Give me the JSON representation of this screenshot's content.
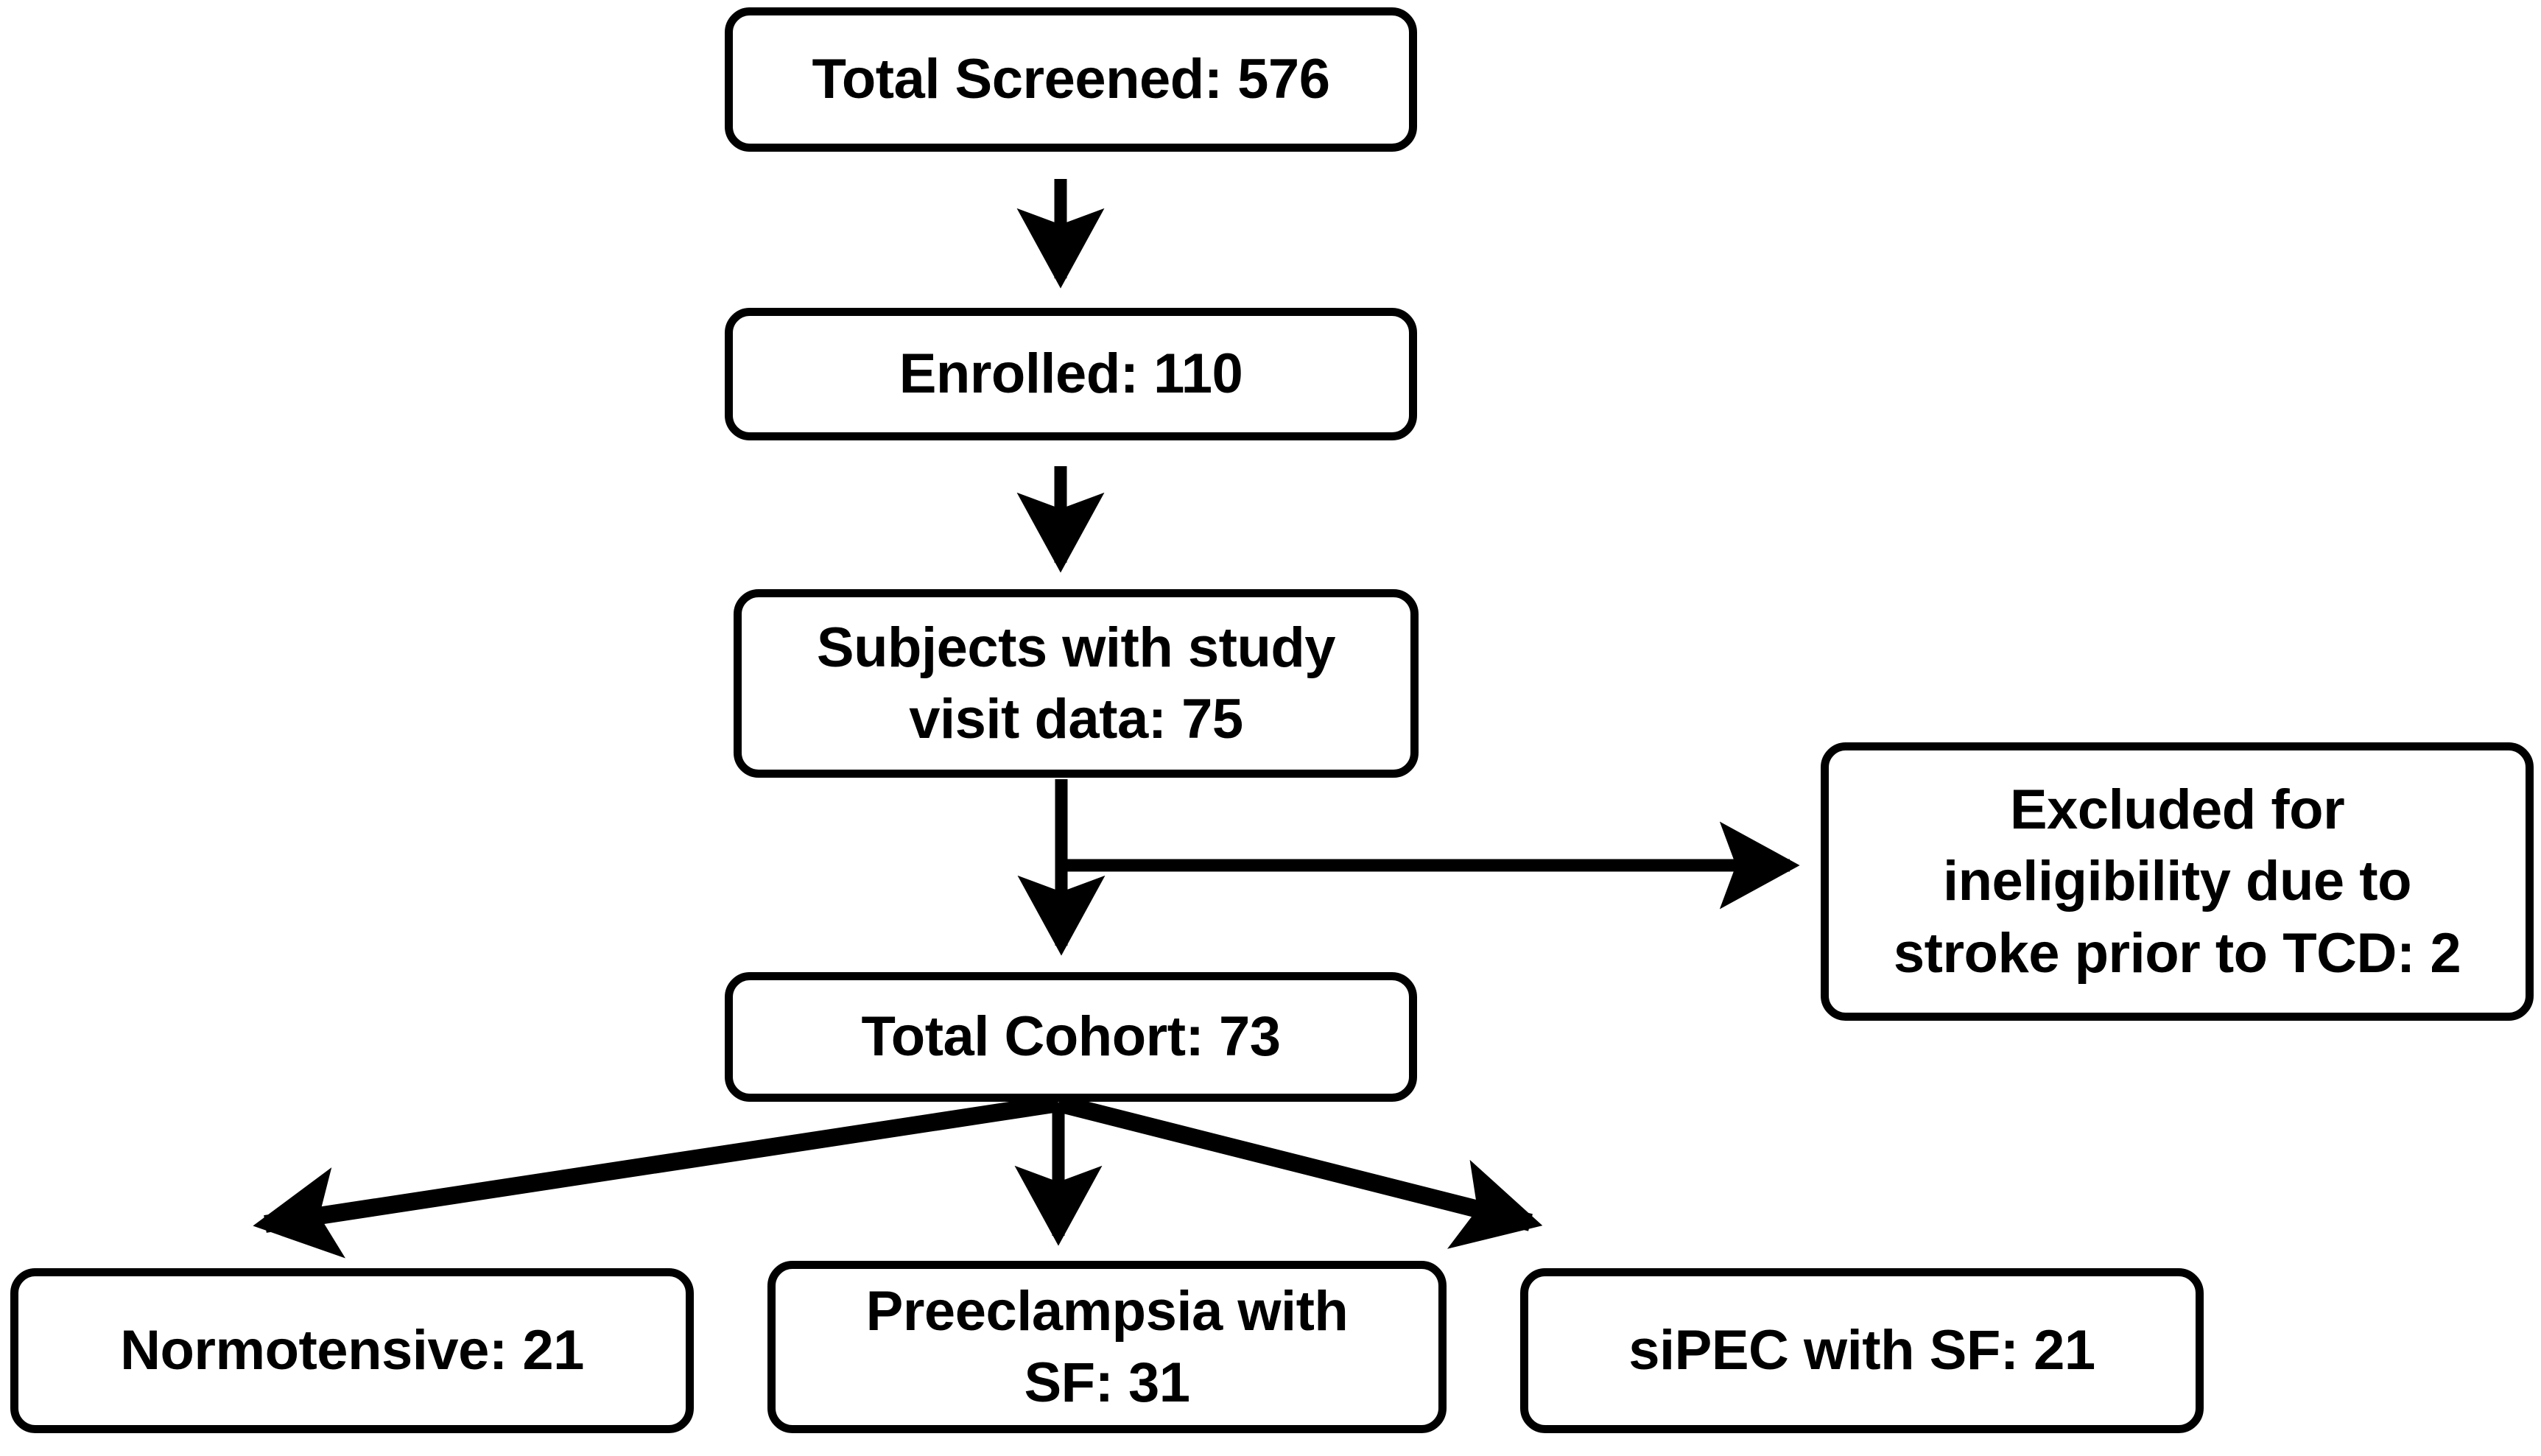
{
  "diagram": {
    "type": "flowchart",
    "title": "Study enrollment and cohort flow diagram",
    "orientation": "top-down",
    "background_color": "#ffffff",
    "line_color": "#000000",
    "text_color": "#000000"
  },
  "nodes": {
    "total_screened": {
      "label": "Total Screened: 576",
      "value": 576,
      "shape": "rounded-rectangle"
    },
    "enrolled": {
      "label": "Enrolled: 110",
      "value": 110,
      "shape": "rounded-rectangle"
    },
    "subjects_with_visit_data": {
      "label": "Subjects with study\nvisit data: 75",
      "value": 75,
      "shape": "rounded-rectangle"
    },
    "excluded": {
      "label": "Excluded for\nineligibility due to\nstroke prior to TCD: 2",
      "value": 2,
      "shape": "rounded-rectangle"
    },
    "total_cohort": {
      "label": "Total Cohort: 73",
      "value": 73,
      "shape": "rounded-rectangle"
    },
    "normotensive": {
      "label": "Normotensive: 21",
      "value": 21,
      "shape": "rounded-rectangle"
    },
    "preeclampsia_sf": {
      "label": "Preeclampsia with\nSF: 31",
      "value": 31,
      "shape": "rounded-rectangle"
    },
    "sipec_sf": {
      "label": "siPEC with SF: 21",
      "value": 21,
      "shape": "rounded-rectangle"
    }
  },
  "edges": [
    {
      "name": "screened-to-enrolled",
      "from": "total_screened",
      "to": "enrolled",
      "style": "straight-down-arrow"
    },
    {
      "name": "enrolled-to-subjects",
      "from": "enrolled",
      "to": "subjects_with_visit_data",
      "style": "straight-down-arrow"
    },
    {
      "name": "subjects-to-cohort",
      "from": "subjects_with_visit_data",
      "to": "total_cohort",
      "style": "straight-down-arrow"
    },
    {
      "name": "subjects-to-excluded",
      "from": "subjects_with_visit_data",
      "to": "excluded",
      "style": "right-branch-arrow"
    },
    {
      "name": "cohort-to-normotensive",
      "from": "total_cohort",
      "to": "normotensive",
      "style": "diagonal-left-arrow"
    },
    {
      "name": "cohort-to-preeclampsia",
      "from": "total_cohort",
      "to": "preeclampsia_sf",
      "style": "straight-down-arrow"
    },
    {
      "name": "cohort-to-sipec",
      "from": "total_cohort",
      "to": "sipec_sf",
      "style": "diagonal-right-arrow"
    }
  ]
}
